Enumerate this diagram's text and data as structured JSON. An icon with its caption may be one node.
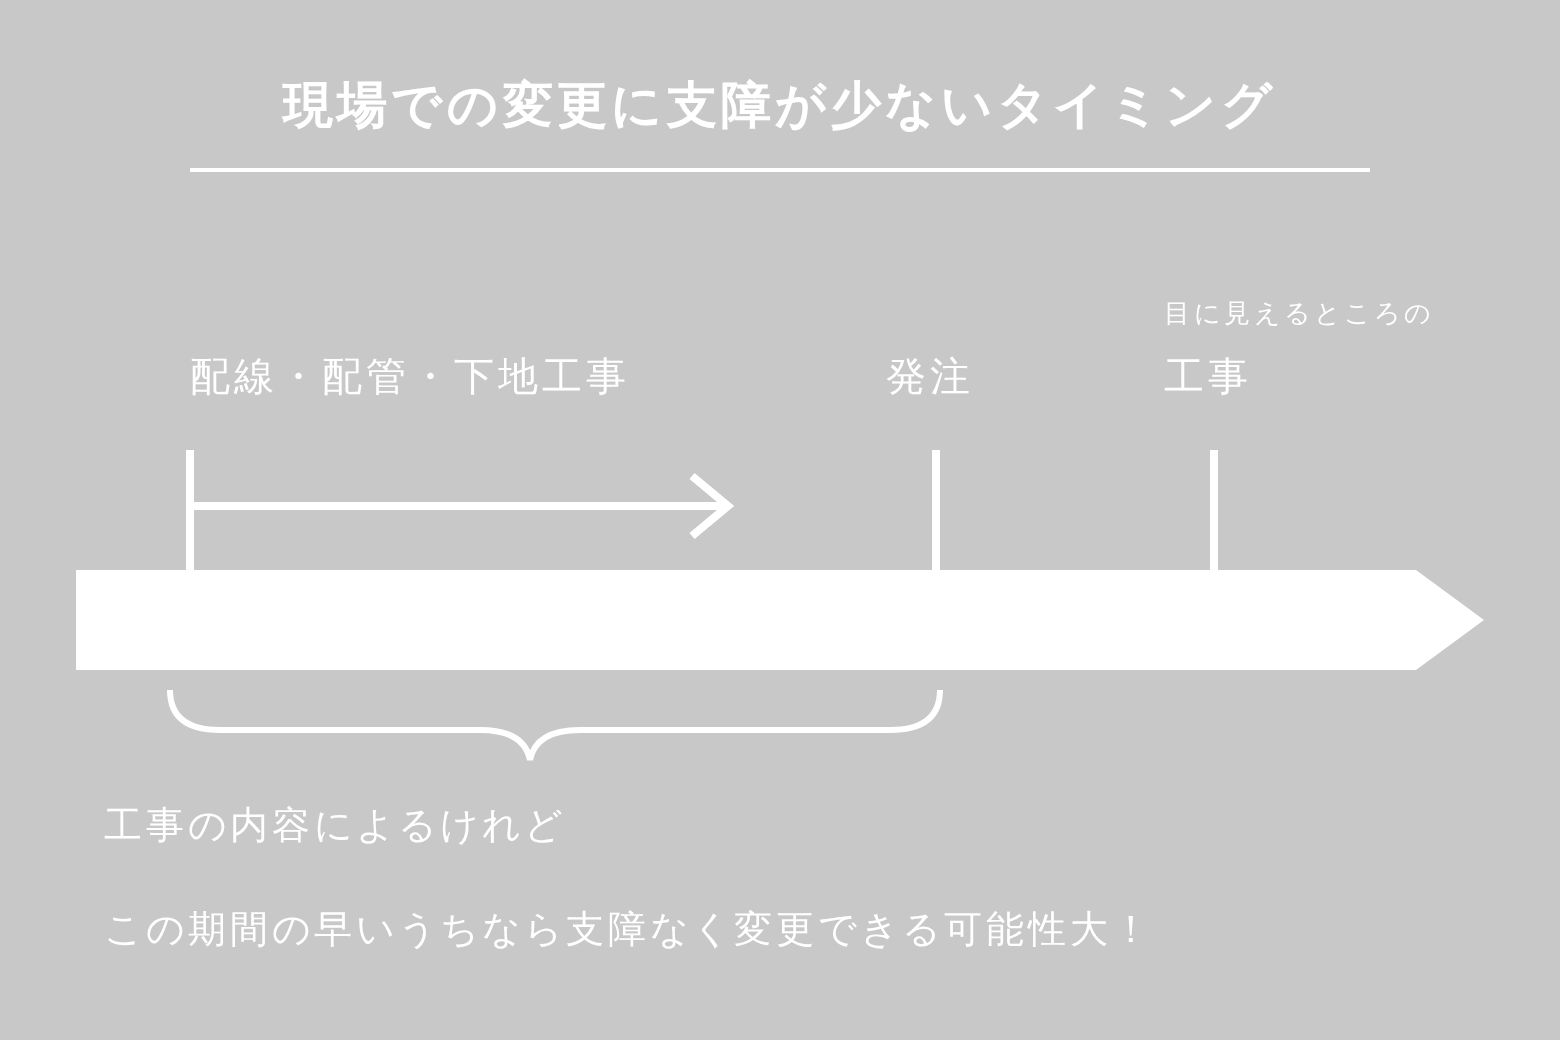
{
  "diagram": {
    "title": "現場での変更に支障が少ないタイミング",
    "labels": [
      "配線・配管・下地工事",
      "発注",
      "目に見えるところの",
      "工事",
      "工事の内容によるけれど",
      "この期間の早いうちなら支障なく変更できる可能性大！"
    ]
  }
}
